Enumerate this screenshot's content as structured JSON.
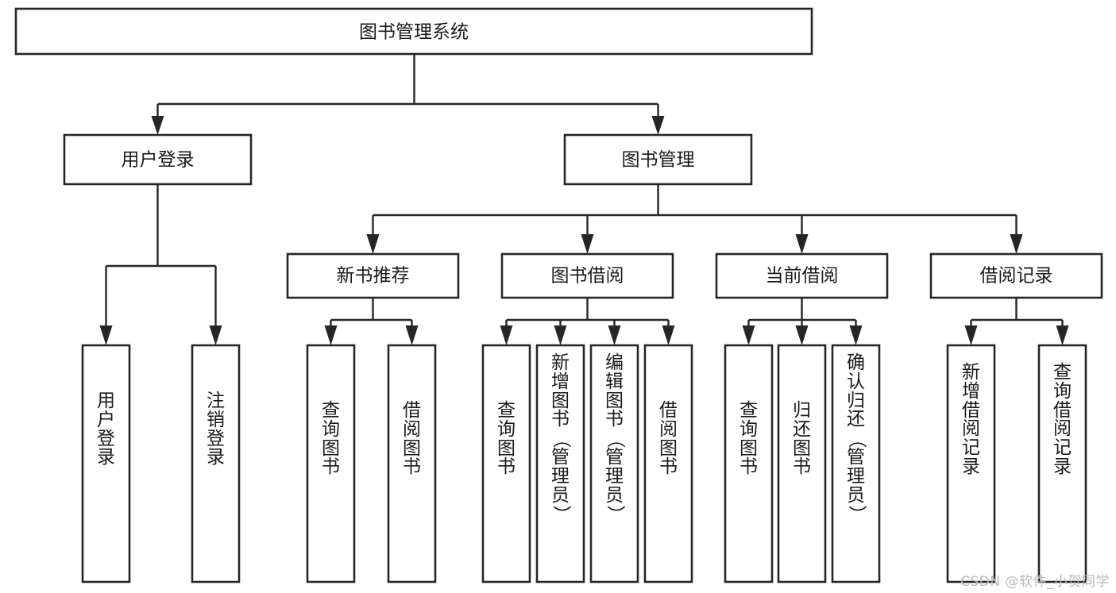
{
  "diagram": {
    "type": "tree-hierarchy",
    "title": "图书管理系统",
    "orientation": "top-down",
    "colors": {
      "box_stroke": "#262626",
      "box_fill": "#ffffff",
      "text": "#1a1a1a",
      "connector": "#262626",
      "watermark": "#b9b9b9",
      "background": "#ffffff"
    },
    "root": {
      "label": "图书管理系统"
    },
    "level2": [
      {
        "label": "用户登录"
      },
      {
        "label": "图书管理"
      }
    ],
    "level3": [
      {
        "label": "新书推荐"
      },
      {
        "label": "图书借阅"
      },
      {
        "label": "当前借阅"
      },
      {
        "label": "借阅记录"
      }
    ],
    "leaves": {
      "user_login": [
        {
          "label": "用户登录"
        },
        {
          "label": "注销登录"
        }
      ],
      "new_book_recommend": [
        {
          "label": "查询图书"
        },
        {
          "label": "借阅图书"
        }
      ],
      "book_borrow": [
        {
          "label": "查询图书"
        },
        {
          "label": "新增图书（管理员）"
        },
        {
          "label": "编辑图书（管理员）"
        },
        {
          "label": "借阅图书"
        }
      ],
      "current_borrow": [
        {
          "label": "查询图书"
        },
        {
          "label": "归还图书"
        },
        {
          "label": "确认归还（管理员）"
        }
      ],
      "borrow_record": [
        {
          "label": "新增借阅记录"
        },
        {
          "label": "查询借阅记录"
        }
      ]
    },
    "watermark": "CSDN @软件_小贺同学"
  }
}
